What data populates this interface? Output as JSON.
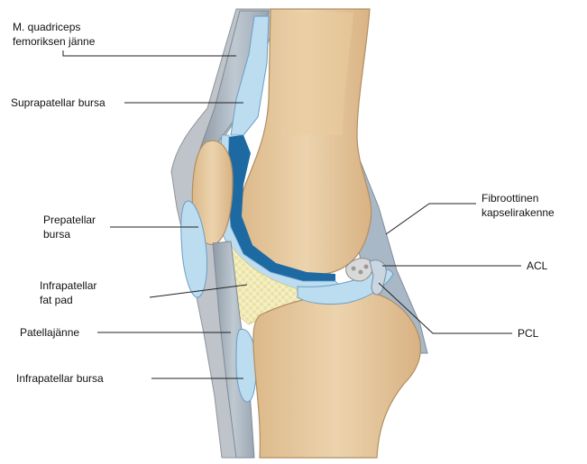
{
  "labels": {
    "quadriceps_line1": "M. quadriceps",
    "quadriceps_line2": "femoriksen jänne",
    "suprapatellar": "Suprapatellar bursa",
    "prepatellar_line1": "Prepatellar",
    "prepatellar_line2": "bursa",
    "fatpad_line1": "Infrapatellar",
    "fatpad_line2": "fat pad",
    "patellajanne": "Patellajänne",
    "infrapatellar_bursa": "Infrapatellar bursa",
    "fibrous_line1": "Fibroottinen",
    "fibrous_line2": "kapselirakenne",
    "acl": "ACL",
    "pcl": "PCL"
  },
  "colors": {
    "bone": "#e8caa0",
    "bone_edge": "#b8966a",
    "bursa_light": "#b9d8ec",
    "bursa_dark": "#1f6fa8",
    "tendon": "#a9b4bf",
    "fat": "#f3eec0",
    "skin": "#c3c7cc"
  }
}
